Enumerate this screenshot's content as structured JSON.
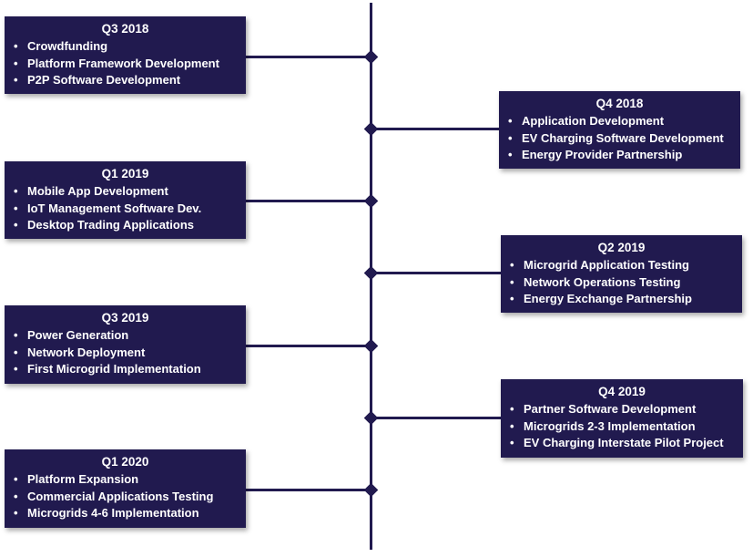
{
  "colors": {
    "box": "#211a4f",
    "text": "#ffffff",
    "line": "#211a4f"
  },
  "milestones": [
    {
      "period": "Q3 2018",
      "side": "left",
      "items": [
        "Crowdfunding",
        "Platform Framework Development",
        "P2P Software Development"
      ]
    },
    {
      "period": "Q4 2018",
      "side": "right",
      "items": [
        "Application Development",
        "EV Charging Software Development",
        "Energy Provider Partnership"
      ]
    },
    {
      "period": "Q1 2019",
      "side": "left",
      "items": [
        "Mobile App Development",
        "IoT Management Software Dev.",
        "Desktop Trading Applications"
      ]
    },
    {
      "period": "Q2 2019",
      "side": "right",
      "items": [
        "Microgrid Application Testing",
        "Network Operations Testing",
        "Energy Exchange Partnership"
      ]
    },
    {
      "period": "Q3 2019",
      "side": "left",
      "items": [
        "Power Generation",
        "Network Deployment",
        "First Microgrid Implementation"
      ]
    },
    {
      "period": "Q4 2019",
      "side": "right",
      "items": [
        "Partner Software Development",
        "Microgrids 2-3 Implementation",
        "EV Charging Interstate Pilot Project"
      ]
    },
    {
      "period": "Q1 2020",
      "side": "left",
      "items": [
        "Platform Expansion",
        "Commercial Applications Testing",
        "Microgrids 4-6 Implementation"
      ]
    }
  ]
}
